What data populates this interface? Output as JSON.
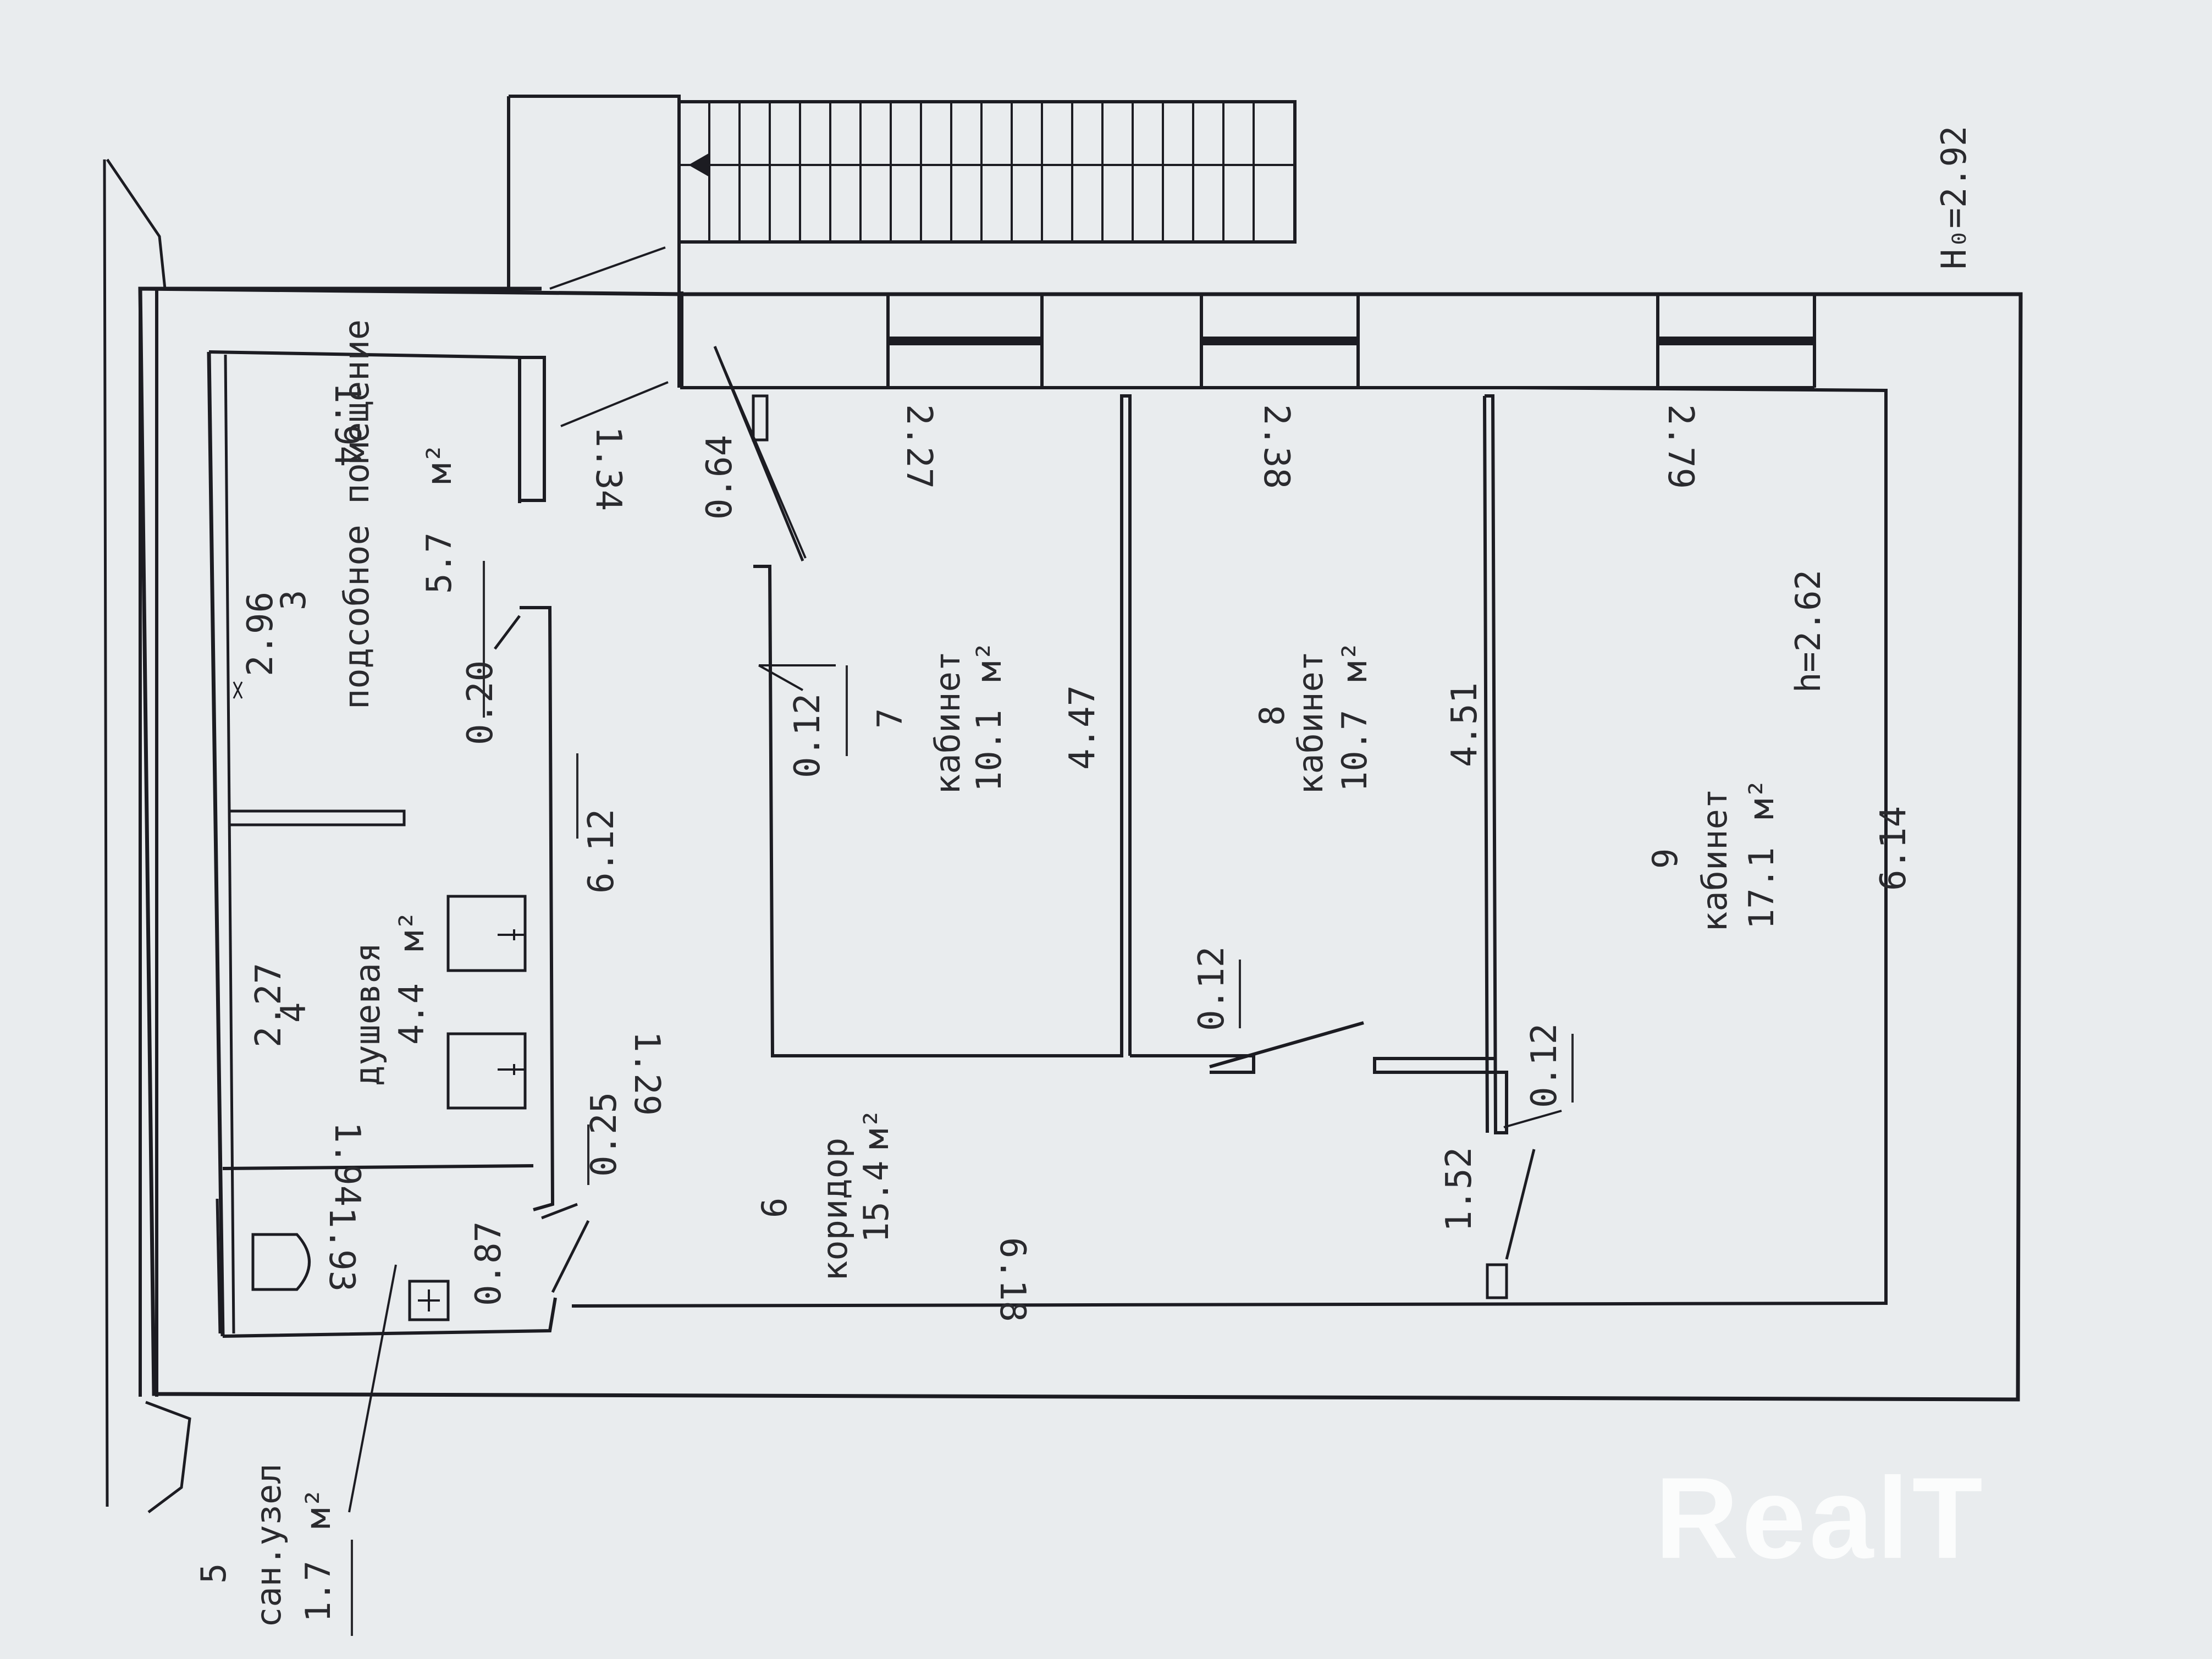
{
  "plan": {
    "total_height_label": "H₀=2.92",
    "room_height_label": "h=2.62"
  },
  "rooms": [
    {
      "id": "room-3",
      "number": "3",
      "name": "подсобное помещение",
      "area": "5.7",
      "unit": "м²"
    },
    {
      "id": "room-4",
      "number": "4",
      "name": "душевая",
      "area": "4.4",
      "unit": "м²"
    },
    {
      "id": "room-5",
      "number": "5",
      "name": "сан.узел",
      "area": "1.7",
      "unit": "м²"
    },
    {
      "id": "room-6",
      "number": "6",
      "name": "коридор",
      "area": "15.4",
      "unit": "м²"
    },
    {
      "id": "room-7",
      "number": "7",
      "name": "кабинет",
      "area": "10.1",
      "unit": "м²"
    },
    {
      "id": "room-8",
      "number": "8",
      "name": "кабинет",
      "area": "10.7",
      "unit": "м²"
    },
    {
      "id": "room-9",
      "number": "9",
      "name": "кабинет",
      "area": "17.1",
      "unit": "м²"
    }
  ],
  "dimensions": {
    "d_1_94_top": "1.94",
    "d_2_96": "2.96",
    "d_2_27_shower": "2.27",
    "d_1_94_shower": "1.94",
    "d_1_93": "1.93",
    "d_0_87": "0.87",
    "d_1_34": "1.34",
    "d_0_64": "0.64",
    "d_0_20": "0.20",
    "d_6_12": "6.12",
    "d_0_25": "0.25",
    "d_1_29": "1.29",
    "d_0_12_a": "0.12",
    "d_2_27_room7": "2.27",
    "d_4_47": "4.47",
    "d_2_38": "2.38",
    "d_4_51": "4.51",
    "d_0_12_b": "0.12",
    "d_2_79": "2.79",
    "d_6_14": "6.14",
    "d_0_12_c": "0.12",
    "d_1_52": "1.52",
    "d_6_18": "6.18"
  },
  "watermark": "RealT"
}
